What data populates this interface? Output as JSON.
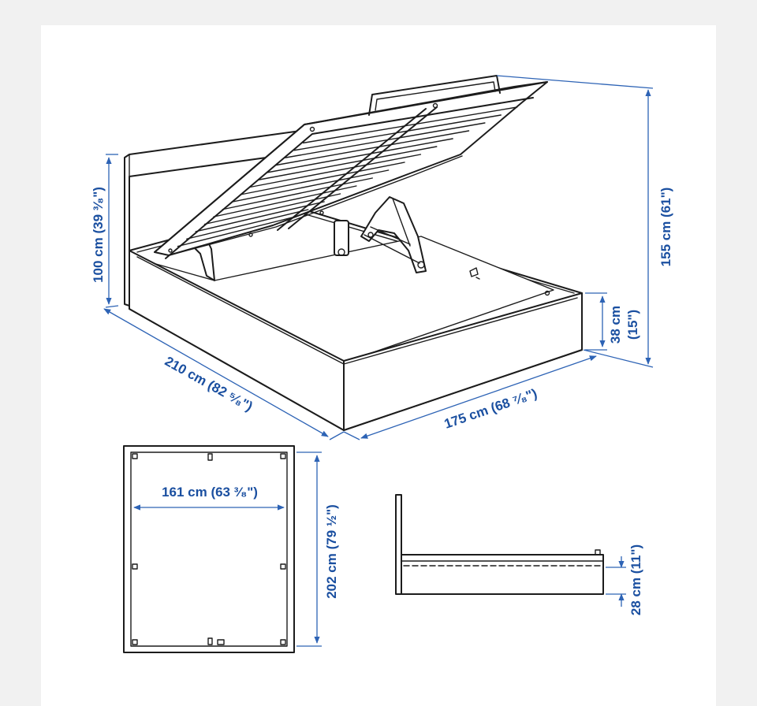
{
  "colors": {
    "dimension_text": "#1a4fa0",
    "dimension_line": "#2d63b5",
    "drawing_line": "#1c1c1c",
    "sheet_background": "#ffffff",
    "page_background": "#f1f1f1"
  },
  "isometric_view": {
    "headboard_height": "100 cm (39 ³⁄₈\")",
    "total_height": "155 cm (61\")",
    "frame_height": "38 cm",
    "frame_height_in": "(15\")",
    "length": "210 cm (82 ⁵⁄₈\")",
    "width": "175 cm (68 ⁷⁄₈\")"
  },
  "top_view": {
    "inner_width": "161 cm (63 ³⁄₈\")",
    "inner_length": "202 cm (79 ½\")"
  },
  "side_view": {
    "under_bed_clearance": "28 cm (11\")"
  }
}
